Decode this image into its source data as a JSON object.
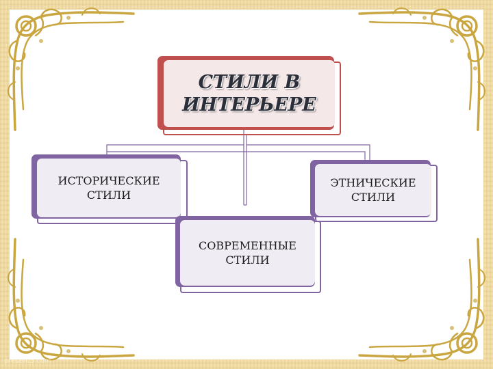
{
  "diagram": {
    "root": {
      "label": "СТИЛИ В ИНТЕРЬЕРЕ"
    },
    "children": [
      {
        "label": "ИСТОРИЧЕСКИЕ СТИЛИ"
      },
      {
        "label": "СОВРЕМЕННЫЕ СТИЛИ"
      },
      {
        "label": "ЭТНИЧЕСКИЕ СТИЛИ"
      }
    ],
    "colors": {
      "root_accent": "#c0504d",
      "child_accent": "#8064a2",
      "frame": "#c9a640",
      "background": "#f0dca6"
    }
  },
  "watermark": "present5.com"
}
